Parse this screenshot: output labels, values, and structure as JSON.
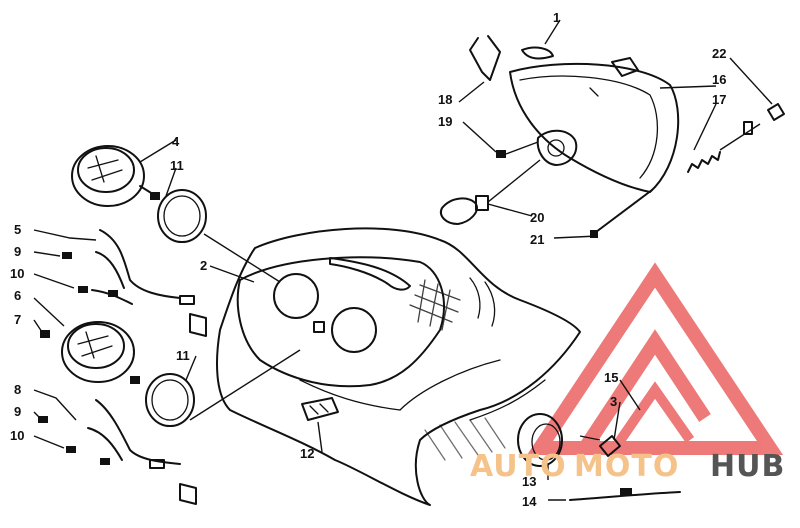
{
  "callouts": [
    {
      "id": "c1",
      "label": "1"
    },
    {
      "id": "c2",
      "label": "2"
    },
    {
      "id": "c3",
      "label": "3"
    },
    {
      "id": "c4",
      "label": "4"
    },
    {
      "id": "c5",
      "label": "5"
    },
    {
      "id": "c6",
      "label": "6"
    },
    {
      "id": "c7",
      "label": "7"
    },
    {
      "id": "c8",
      "label": "8"
    },
    {
      "id": "c9a",
      "label": "9"
    },
    {
      "id": "c9b",
      "label": "9"
    },
    {
      "id": "c10a",
      "label": "10"
    },
    {
      "id": "c10b",
      "label": "10"
    },
    {
      "id": "c11a",
      "label": "11"
    },
    {
      "id": "c11b",
      "label": "11"
    },
    {
      "id": "c12",
      "label": "12"
    },
    {
      "id": "c13",
      "label": "13"
    },
    {
      "id": "c14",
      "label": "14"
    },
    {
      "id": "c15",
      "label": "15"
    },
    {
      "id": "c16",
      "label": "16"
    },
    {
      "id": "c17",
      "label": "17"
    },
    {
      "id": "c18",
      "label": "18"
    },
    {
      "id": "c19",
      "label": "19"
    },
    {
      "id": "c20",
      "label": "20"
    },
    {
      "id": "c21",
      "label": "21"
    },
    {
      "id": "c22",
      "label": "22"
    }
  ],
  "watermark": {
    "part1": "AUTO",
    "part2": "MOTO",
    "part3": "HUB",
    "color_light": "#f5c38a",
    "color_dark": "#555555",
    "triangle_color": "#e84d4d"
  }
}
